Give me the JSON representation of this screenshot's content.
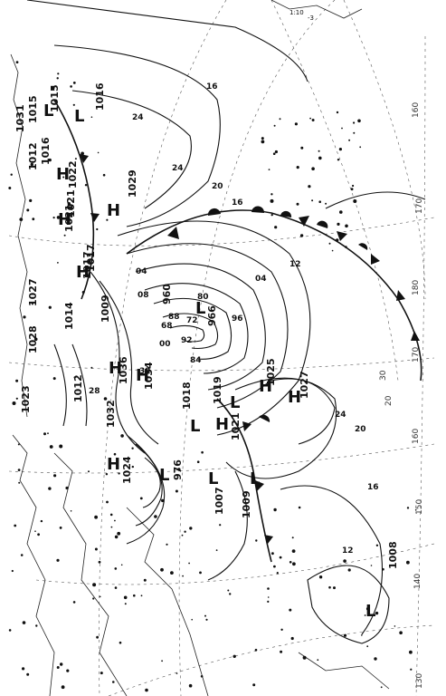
{
  "map": {
    "orientation": "rotated 90 degrees",
    "colors": {
      "ink": "#111111",
      "paper": "#ffffff"
    },
    "highs": [
      {
        "letter": "H",
        "value": "1029"
      },
      {
        "letter": "H",
        "value": "1022"
      },
      {
        "letter": "H",
        "value": "1021"
      },
      {
        "letter": "H",
        "value": "1017"
      },
      {
        "letter": "H",
        "value": "1025"
      },
      {
        "letter": "H",
        "value": "1027"
      },
      {
        "letter": "H",
        "value": "1021"
      },
      {
        "letter": "H",
        "value": "1024"
      },
      {
        "letter": "H",
        "value": "1036"
      },
      {
        "letter": "H",
        "value": "1034"
      }
    ],
    "lows": [
      {
        "letter": "L",
        "value": "966"
      },
      {
        "letter": "L",
        "value": "960"
      },
      {
        "letter": "L",
        "value": "976"
      },
      {
        "letter": "L",
        "value": "1007"
      },
      {
        "letter": "L",
        "value": "1009"
      },
      {
        "letter": "L",
        "value": "1008"
      },
      {
        "letter": "L",
        "value": "1016"
      },
      {
        "letter": "L",
        "value": "1015"
      },
      {
        "letter": "L",
        "value": "1018"
      },
      {
        "letter": "L",
        "value": "1019"
      }
    ],
    "pressure_labels": [
      "1031",
      "1012",
      "1016",
      "1027",
      "1028",
      "1023",
      "1014",
      "1032",
      "1012",
      "1015",
      "1021",
      "1009",
      "1017"
    ],
    "isobar_labels": [
      "16",
      "20",
      "24",
      "12",
      "08",
      "04",
      "00",
      "96",
      "92",
      "88",
      "84",
      "80",
      "72",
      "68",
      "28",
      "32"
    ],
    "longitude_labels": [
      "160",
      "170",
      "180",
      "170",
      "160",
      "150",
      "140",
      "130"
    ],
    "latitude_labels": [
      "30",
      "20"
    ],
    "station_text": [
      "1:10",
      "-3"
    ]
  }
}
